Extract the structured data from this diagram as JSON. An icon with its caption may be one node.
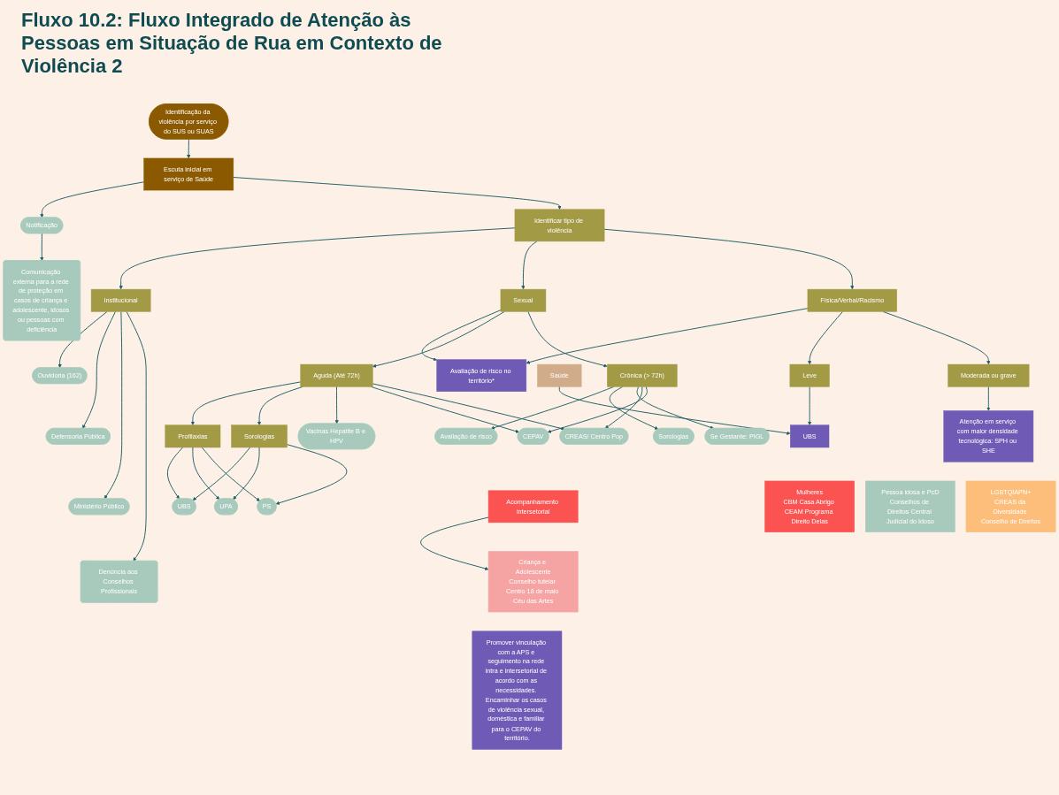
{
  "diagram": {
    "title": "Fluxo 10.2: Fluxo Integrado de Atenção às Pessoas em Situação de Rua em Contexto de Violência 2",
    "nodes": [
      {
        "text": [
          "Identificação da violência por serviço do SUS ou SUAS"
        ]
      },
      {
        "text": [
          "Escuta inicial em serviço de Saúde"
        ]
      },
      {
        "text": [
          "Notificação"
        ]
      },
      {
        "text": [
          "Comunicação externa para a rede de proteção em casos de criança e adolescente, idosos ou pessoas com deficiência"
        ]
      },
      {
        "text": [
          "Identificar tipo de violência"
        ]
      },
      {
        "text": [
          "Institucional"
        ]
      },
      {
        "text": [
          "Ouvidoria (162)"
        ]
      },
      {
        "text": [
          "Defensoria Pública"
        ]
      },
      {
        "text": [
          "Ministério Público"
        ]
      },
      {
        "text": [
          "Denúncia aos Conselhos Profissionais"
        ]
      },
      {
        "text": [
          "Sexual"
        ]
      },
      {
        "text": [
          "Avaliação de risco no território*"
        ]
      },
      {
        "text": [
          "Física/Verbal/Racismo"
        ]
      },
      {
        "text": [
          "Aguda (Até 72h)"
        ]
      },
      {
        "text": [
          "Crônica (> 72h)"
        ]
      },
      {
        "text": [
          "Leve"
        ]
      },
      {
        "text": [
          "Moderada ou grave"
        ]
      },
      {
        "text": [
          "UBS"
        ]
      },
      {
        "text": [
          "UPA"
        ]
      },
      {
        "text": [
          "PS"
        ]
      },
      {
        "text": [
          "Profilaxias"
        ]
      },
      {
        "text": [
          "Sorologias"
        ]
      },
      {
        "text": [
          "Vacinas Hepatite B e HPV"
        ]
      },
      {
        "text": [
          "CEPAV"
        ]
      },
      {
        "text": [
          "Avaliação de risco"
        ]
      },
      {
        "text": [
          "Sorologias"
        ]
      },
      {
        "text": [
          "Se Gestante: PIGL"
        ]
      },
      {
        "text": [
          "CREAS/ Centro Pop"
        ]
      },
      {
        "text": [
          "Saúde"
        ]
      },
      {
        "text": [
          "UBS"
        ]
      },
      {
        "text": [
          "Atenção em serviço com maior densidade tecnológica: SPH ou SHE"
        ]
      },
      {
        "text": [
          "Acompanhamento intersetorial"
        ]
      },
      {
        "text": [
          "Criança e Adolescente",
          "Conselho tutelar Centro 18 de maio Céu das Artes"
        ]
      },
      {
        "text": [
          "Mulheres",
          "CBM Casa Abrigo CEAM Programa Direito Delas"
        ]
      },
      {
        "text": [
          "Pessoa idosa e PcD",
          "Conselhos de Direitos Central Judicial do Idoso"
        ]
      },
      {
        "text": [
          "LGBTQIAPN+",
          "CREAS da Diversidade Conselho de Direitos"
        ]
      },
      {
        "text": [
          "Promover vinculação com a APS e seguimento na rede intra e intersetorial de acordo com as necessidades. Encaminhar os casos de violência sexual, doméstica e familiar para o CEPAV do território."
        ]
      }
    ],
    "edges": [
      {
        "from": 0,
        "to": 1,
        "arrow": "to"
      },
      {
        "from": 1,
        "to": 2,
        "arrow": "to"
      },
      {
        "from": 2,
        "to": 3,
        "arrow": "to"
      },
      {
        "from": 1,
        "to": 4,
        "arrow": "to"
      },
      {
        "from": 4,
        "to": 5,
        "arrow": "to"
      },
      {
        "from": 5,
        "to": 6,
        "arrow": "to"
      },
      {
        "from": 5,
        "to": 7,
        "arrow": "to"
      },
      {
        "from": 5,
        "to": 8,
        "arrow": "to"
      },
      {
        "from": 5,
        "to": 9,
        "arrow": "to"
      },
      {
        "from": 4,
        "to": 10,
        "arrow": "to"
      },
      {
        "from": 4,
        "to": 12,
        "arrow": "to"
      },
      {
        "from": 10,
        "to": 11,
        "arrow": "to"
      },
      {
        "from": 12,
        "to": 11,
        "arrow": "to"
      },
      {
        "from": 10,
        "to": 13,
        "arrow": "to"
      },
      {
        "from": 10,
        "to": 14,
        "arrow": "to"
      },
      {
        "from": 12,
        "to": 15,
        "arrow": "to"
      },
      {
        "from": 12,
        "to": 16,
        "arrow": "to"
      },
      {
        "from": 15,
        "to": 29,
        "arrow": "to"
      },
      {
        "from": 28,
        "to": 29,
        "arrow": "to"
      },
      {
        "from": 16,
        "to": 30,
        "arrow": "to"
      },
      {
        "from": 13,
        "to": 20,
        "arrow": "to"
      },
      {
        "from": 13,
        "to": 21,
        "arrow": "to"
      },
      {
        "from": 13,
        "to": 22,
        "arrow": "to"
      },
      {
        "from": 13,
        "to": 23,
        "arrow": "to"
      },
      {
        "from": 13,
        "to": 27,
        "arrow": "to"
      },
      {
        "from": 20,
        "to": 17,
        "arrow": "to"
      },
      {
        "from": 20,
        "to": 18,
        "arrow": "to"
      },
      {
        "from": 20,
        "to": 19,
        "arrow": "to"
      },
      {
        "from": 21,
        "to": 17,
        "arrow": "to"
      },
      {
        "from": 21,
        "to": 18,
        "arrow": "to"
      },
      {
        "from": 21,
        "to": 19,
        "arrow": "to"
      },
      {
        "from": 14,
        "to": 24,
        "arrow": "to"
      },
      {
        "from": 14,
        "to": 25,
        "arrow": "to"
      },
      {
        "from": 14,
        "to": 26,
        "arrow": "to"
      },
      {
        "from": 14,
        "to": 27,
        "arrow": "to"
      },
      {
        "from": 14,
        "to": 23,
        "arrow": "to"
      },
      {
        "from": 31,
        "to": 32,
        "arrow": "to"
      }
    ]
  }
}
